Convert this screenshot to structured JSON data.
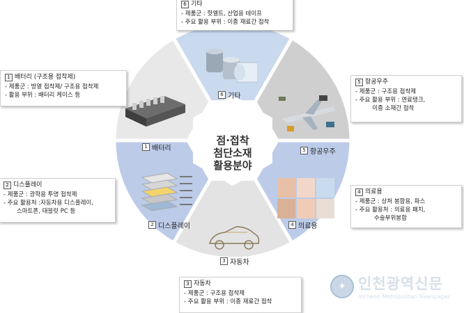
{
  "center": {
    "lines": [
      "점·접착",
      "첨단소재",
      "활용분야"
    ]
  },
  "segments": [
    {
      "id": "etc",
      "num": "6",
      "label": "기타",
      "color": "#c9d9ee"
    },
    {
      "id": "aero",
      "num": "5",
      "label": "항공우주",
      "color": "#cfcfcf"
    },
    {
      "id": "medical",
      "num": "4",
      "label": "의료용",
      "color": "#bccbe8"
    },
    {
      "id": "auto",
      "num": "3",
      "label": "자동차",
      "color": "#e3e3e3"
    },
    {
      "id": "display",
      "num": "2",
      "label": "디스플레이",
      "color": "#bccbe8"
    },
    {
      "id": "battery",
      "num": "1",
      "label": "배터리",
      "color": "#e8e8e8"
    }
  ],
  "boxes": {
    "etc": {
      "num": "6",
      "title": "기타",
      "lines": [
        "- 제품군 : 핫멜트, 산업용 테이프",
        "- 주요 활용 부위 : 이종 재료간 접착"
      ]
    },
    "aero": {
      "num": "5",
      "title": "항공우주",
      "lines": [
        "- 제품군 : 구조용 접착제",
        "- 주요 활용 부위 : 연료탱크,",
        "         이종 소재간 접착"
      ]
    },
    "medical": {
      "num": "4",
      "title": "의료용",
      "lines": [
        "- 제품군 : 상처 봉합용, 파스",
        "- 주요 활용처 : 의료용 패치,",
        "          수술부위봉합"
      ]
    },
    "auto": {
      "num": "3",
      "title": "자동차",
      "lines": [
        "- 제품군 : 구조용 접착제",
        "- 주요 활용 부위 : 이종 재료간 접착"
      ]
    },
    "display": {
      "num": "2",
      "title": "디스플레이",
      "lines": [
        "- 제품군 : 광학용 투명 접착제",
        "- 주요 활용처 :자동차용 디스플레이,",
        "       스마트폰, 태블릿 PC 등"
      ]
    },
    "battery": {
      "num": "1",
      "title": "배터리 (구조용 접착제)",
      "lines": [
        "- 제품군 : 방열 접착제/ 구조용 접착제",
        "- 활용 부위 : 배터리 케이스 등"
      ]
    }
  },
  "watermark": {
    "korean": "인천광역신문",
    "english": "Incheon Metropolitan Newspaper"
  }
}
